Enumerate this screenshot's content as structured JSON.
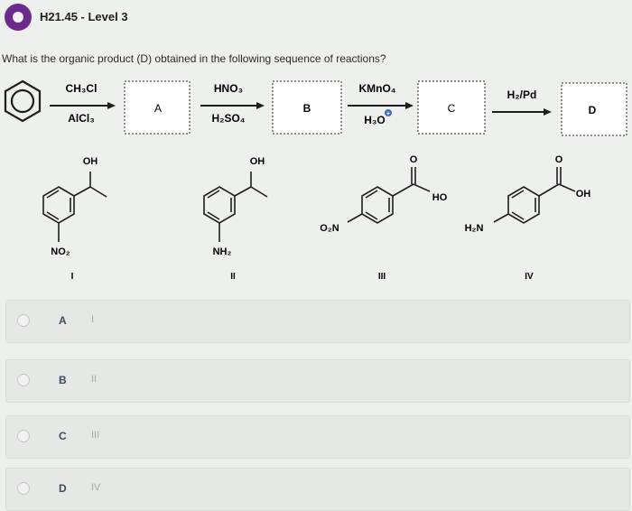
{
  "header": {
    "title": "H21.45 - Level 3",
    "badge_icon": "more-dots-icon"
  },
  "question": "What is the organic product (D) obtained in the following sequence of reactions?",
  "scheme": {
    "step1": {
      "reagent_top": "CH₃Cl",
      "reagent_bottom": "AlCl₃"
    },
    "box_a": "A",
    "step2": {
      "reagent_top": "HNO₃",
      "reagent_bottom": "H₂SO₄"
    },
    "box_b": "B",
    "step3": {
      "reagent_top": "KMnO₄",
      "reagent_bottom": "H₃O",
      "charge": "+"
    },
    "box_c": "C",
    "step4": {
      "reagent_top": "H₂/Pd"
    },
    "box_d": "D"
  },
  "candidates": [
    {
      "numeral": "I",
      "group_top": "OH",
      "group_ring": "NO₂"
    },
    {
      "numeral": "II",
      "group_top": "OH",
      "group_ring": "NH₂"
    },
    {
      "numeral": "III",
      "group_oxygen": "O",
      "group_acid": "HO",
      "group_ring": "O₂N"
    },
    {
      "numeral": "IV",
      "group_oxygen": "O",
      "group_acid": "OH",
      "group_ring": "H₂N"
    }
  ],
  "options": [
    {
      "letter": "A",
      "numeral": "I"
    },
    {
      "letter": "B",
      "numeral": "II"
    },
    {
      "letter": "C",
      "numeral": "III"
    },
    {
      "letter": "D",
      "numeral": "IV"
    }
  ],
  "colors": {
    "badge": "#6b2a8c",
    "background": "#eef0ee",
    "option_bg": "#e5e8e5"
  }
}
